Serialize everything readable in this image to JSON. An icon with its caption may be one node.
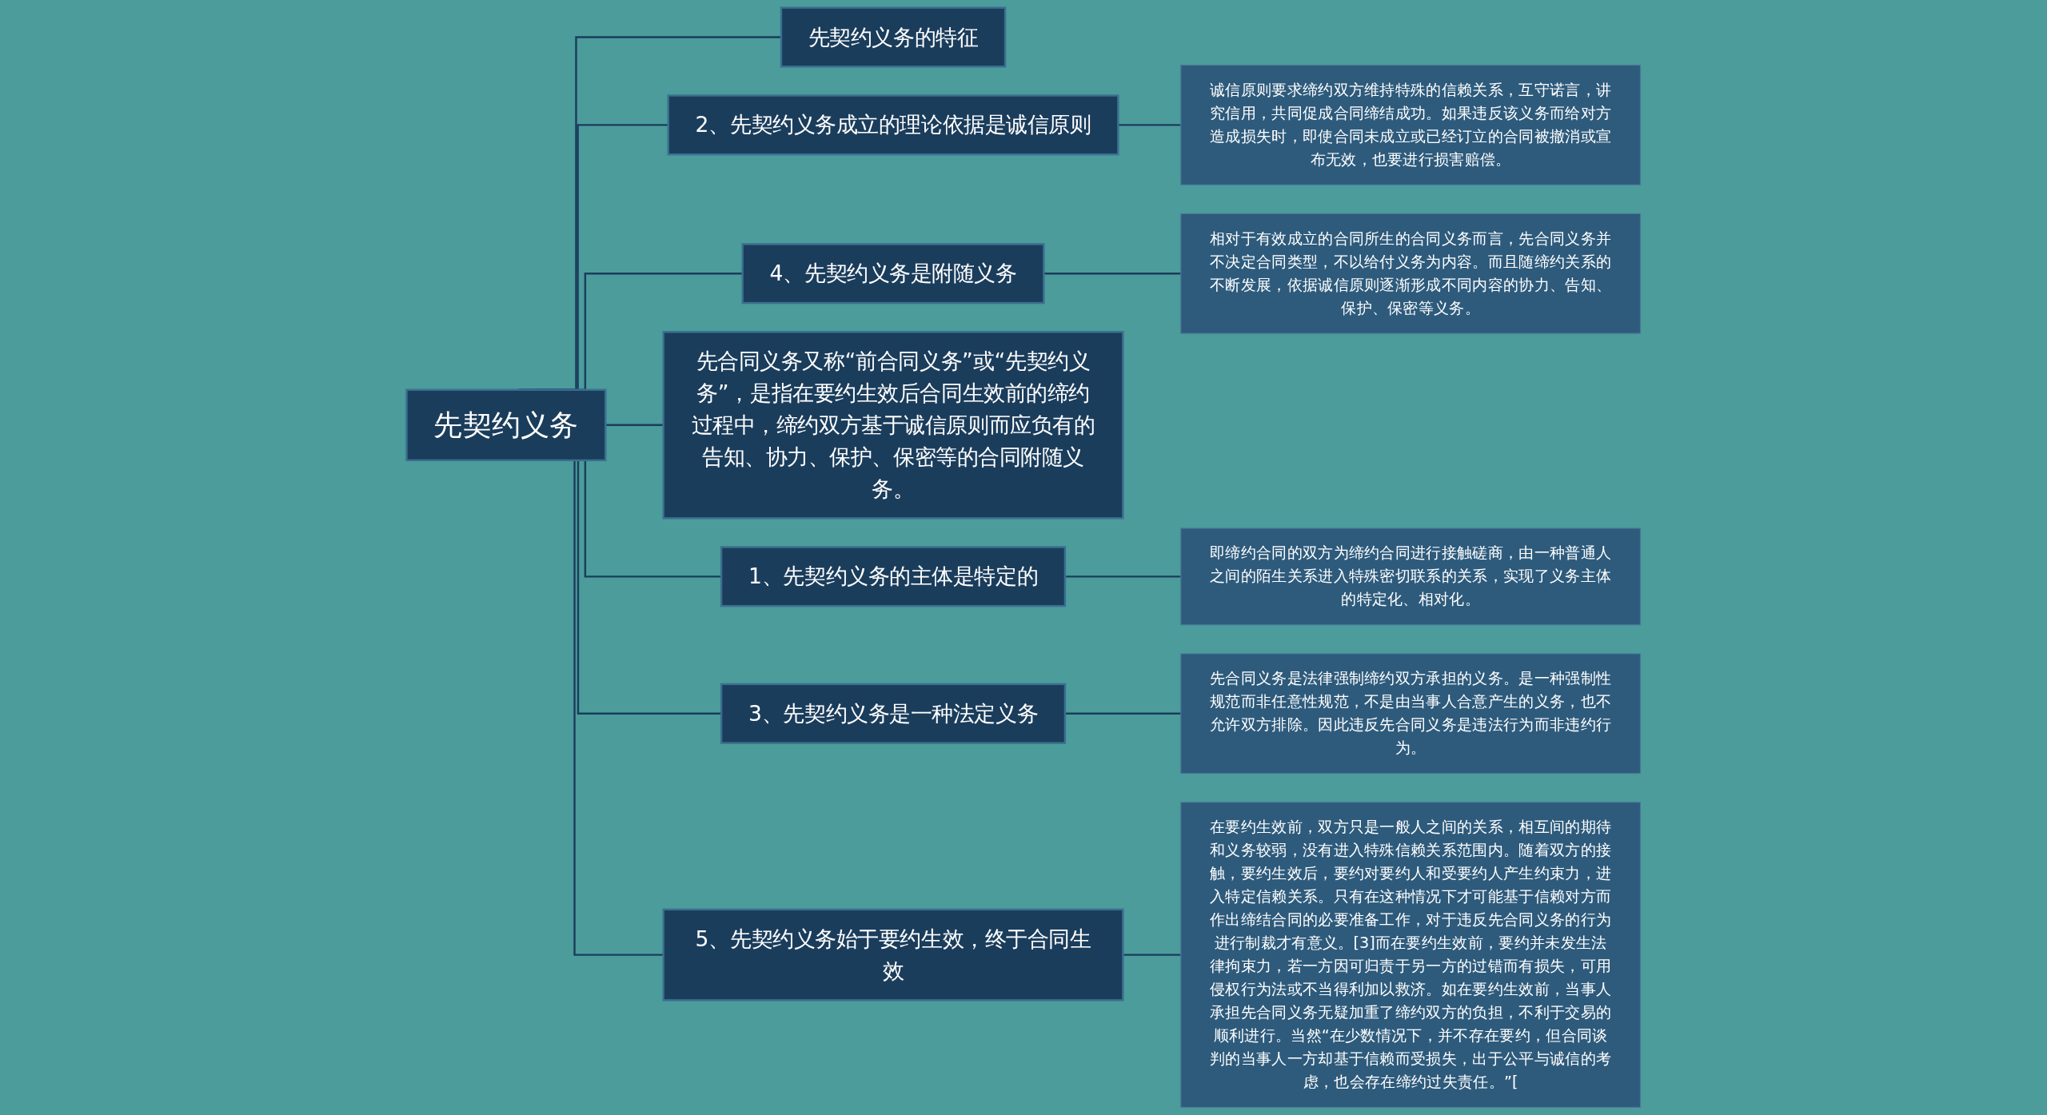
{
  "diagram": {
    "nodes": [
      {
        "text": [
          "先契约义务"
        ]
      },
      {
        "text": [
          "先契约义务的特征"
        ]
      },
      {
        "text": [
          "2、先契约义务成立的理论依据是诚信原则"
        ]
      },
      {
        "text": [
          "诚信原则要求缔约双方维持特殊的信赖关系，互守诺言，讲究信用，共同促成合同缔结成功。如果违反该义务而给对方造成损失时，即使合同未成立或已经订立的合同被撤消或宣布无效，也要进行损害赔偿。"
        ]
      },
      {
        "text": [
          "4、先契约义务是附随义务"
        ]
      },
      {
        "text": [
          "相对于有效成立的合同所生的合同义务而言，先合同义务并不决定合同类型，不以给付义务为内容。而且随缔约关系的不断发展，依据诚信原则逐渐形成不同内容的协力、告知、保护、保密等义务。"
        ]
      },
      {
        "text": [
          "先合同义务又称“前合同义务”或“先契约义务”，是指在要约生效后合同生效前的缔约过程中，缔约双方基于诚信原则而应负有的告知、协力、保护、保密等的合同附随义务。"
        ]
      },
      {
        "text": [
          "1、先契约义务的主体是特定的"
        ]
      },
      {
        "text": [
          "即缔约合同的双方为缔约合同进行接触磋商，由一种普通人之间的陌生关系进入特殊密切联系的关系，实现了义务主体的特定化、相对化。"
        ]
      },
      {
        "text": [
          "3、先契约义务是一种法定义务"
        ]
      },
      {
        "text": [
          "先合同义务是法律强制缔约双方承担的义务。是一种强制性规范而非任意性规范，不是由当事人合意产生的义务，也不允许双方排除。因此违反先合同义务是违法行为而非违约行为。"
        ]
      },
      {
        "text": [
          "5、先契约义务始于要约生效，终于合同生效"
        ]
      },
      {
        "text": [
          "在要约生效前，双方只是一般人之间的关系，相互间的期待和义务较弱，没有进入特殊信赖关系范围内。随着双方的接触，要约生效后，要约对要约人和受要约人产生约束力，进入特定信赖关系。只有在这种情况下才可能基于信赖对方而作出缔结合同的必要准备工作，对于违反先合同义务的行为进行制裁才有意义。[3]而在要约生效前，要约并未发生法律拘束力，若一方因可归责于另一方的过错而有损失，可用侵权行为法或不当得利加以救济。如在要约生效前，当事人承担先合同义务无疑加重了缔约双方的负担，不利于交易的顺利进行。当然“在少数情况下，并不存在要约，但合同谈判的当事人一方却基于信赖而受损失，出于公平与诚信的考虑，也会存在缔约过失责任。”["
        ]
      }
    ],
    "edges": [
      {
        "from": 0,
        "to": 1,
        "arrow": "none"
      },
      {
        "from": 0,
        "to": 2,
        "arrow": "none"
      },
      {
        "from": 2,
        "to": 3,
        "arrow": "none"
      },
      {
        "from": 0,
        "to": 4,
        "arrow": "none"
      },
      {
        "from": 4,
        "to": 5,
        "arrow": "none"
      },
      {
        "from": 0,
        "to": 6,
        "arrow": "none"
      },
      {
        "from": 0,
        "to": 7,
        "arrow": "none"
      },
      {
        "from": 7,
        "to": 8,
        "arrow": "none"
      },
      {
        "from": 0,
        "to": 9,
        "arrow": "none"
      },
      {
        "from": 9,
        "to": 10,
        "arrow": "none"
      },
      {
        "from": 0,
        "to": 11,
        "arrow": "none"
      },
      {
        "from": 11,
        "to": 12,
        "arrow": "none"
      }
    ]
  }
}
